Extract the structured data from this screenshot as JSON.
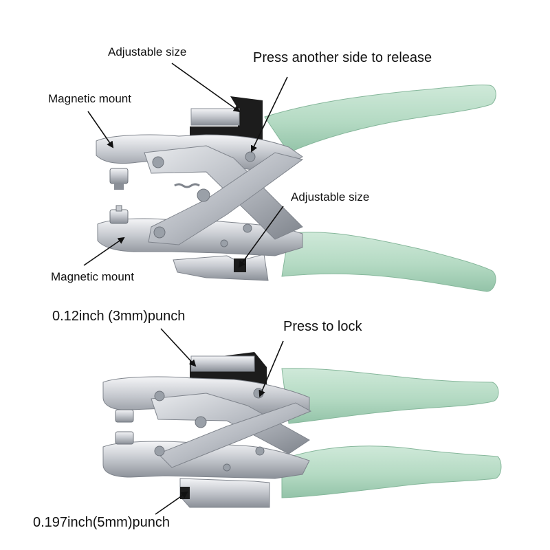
{
  "colors": {
    "handle": "#b7dcc6",
    "handle_shade": "#8fc0a5",
    "metal": "#c9ccd1",
    "metal_light": "#eef0f2",
    "metal_dark": "#868b93",
    "black": "#1c1c1c"
  },
  "top_tool": {
    "label_adjustable_top": "Adjustable size",
    "label_release": "Press another side to release",
    "label_magnetic_top": "Magnetic mount",
    "label_adjustable_mid": "Adjustable size",
    "label_magnetic_bottom": "Magnetic mount"
  },
  "bottom_tool": {
    "label_punch_3mm": "0.12inch (3mm)punch",
    "label_lock": "Press to lock",
    "label_punch_5mm": "0.197inch(5mm)punch"
  }
}
